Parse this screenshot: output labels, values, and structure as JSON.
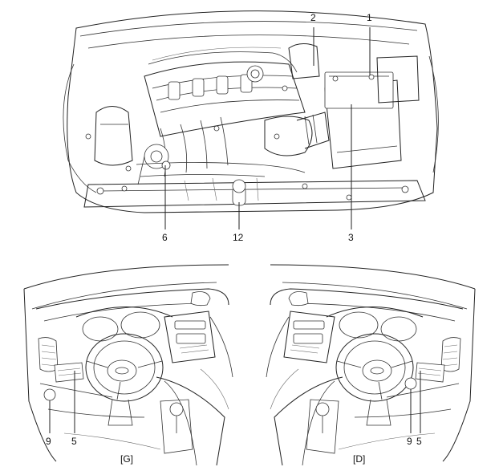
{
  "callouts": {
    "c1": "1",
    "c2": "2",
    "c3": "3",
    "c6": "6",
    "c12": "12",
    "c9_left": "9",
    "c5_left": "5",
    "c9_right": "9",
    "c5_right": "5"
  },
  "captions": {
    "left": "[G]",
    "right": "[D]"
  }
}
